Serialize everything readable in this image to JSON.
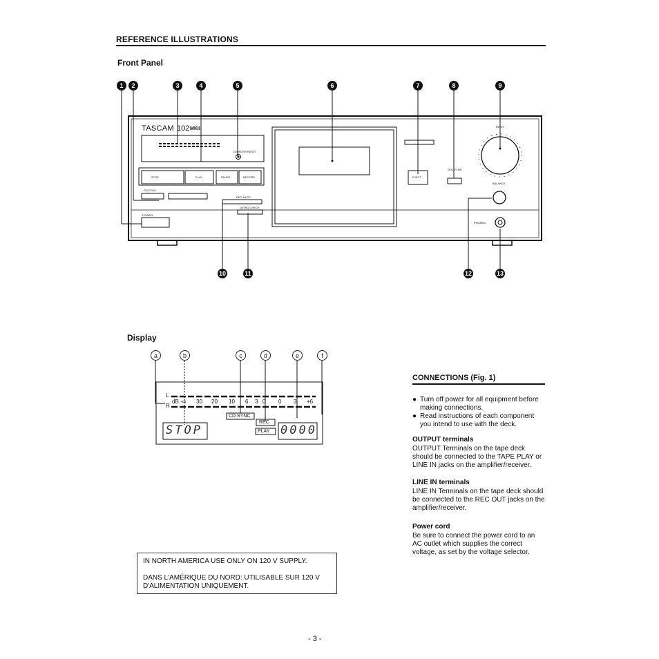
{
  "header": {
    "title": "REFERENCE ILLUSTRATIONS"
  },
  "front_panel": {
    "title": "Front Panel",
    "callouts": [
      "1",
      "2",
      "3",
      "4",
      "5",
      "6",
      "7",
      "8",
      "9",
      "10",
      "11",
      "12",
      "13"
    ],
    "brand": "TASCAM",
    "model": "102",
    "model_suffix": "MKII",
    "counter_reset": "COUNTER RESET",
    "stop": "STOP",
    "play": "PLAY",
    "pause": "PAUSE",
    "record": "RECORD",
    "cd_sync": "CD SYNC",
    "rec_mute": "REC MUTE",
    "intro_check": "INTRO CHECK",
    "power": "POWER",
    "eject": "EJECT",
    "dolby": "DOLBY NR",
    "input": "INPUT",
    "balance": "BALANCE",
    "phones": "PHONES"
  },
  "display": {
    "title": "Display",
    "callouts": [
      "a",
      "b",
      "c",
      "d",
      "e",
      "f"
    ],
    "channel_l": "L",
    "channel_r": "R",
    "scale": [
      "dB -∞",
      "30",
      "20",
      "10",
      "6",
      "3",
      "0",
      "0",
      "3",
      "+6"
    ],
    "cd_sync": "CD SYNC",
    "rec": "REC",
    "play": "PLAY",
    "status_text": "STOP",
    "counter": "0000"
  },
  "connections": {
    "title": "CONNECTIONS (Fig. 1)",
    "bullets": [
      "Turn off power for all equipment before making connections.",
      "Read instructions of each component you intend to use with the deck."
    ],
    "output_heading": "OUTPUT terminals",
    "output_text": "OUTPUT Terminals on the tape deck should be connected to the TAPE PLAY or LINE IN jacks on the amplifier/receiver.",
    "line_in_heading": "LINE IN terminals",
    "line_in_text": "LINE IN Terminals on the tape deck should be connected to the REC OUT jacks on the amplifier/receiver.",
    "power_heading": "Power cord",
    "power_text": "Be sure to connect the power cord to an AC outlet which supplies the correct voltage, as set by the voltage selector."
  },
  "notice": {
    "english": "IN NORTH AMERICA USE ONLY ON 120 V SUPPLY.",
    "french": "DANS L'AMÉRIQUE DU NORD: UTILISABLE SUR 120 V D'ALIMENTATION UNIQUEMENT."
  },
  "page_number": "- 3 -"
}
